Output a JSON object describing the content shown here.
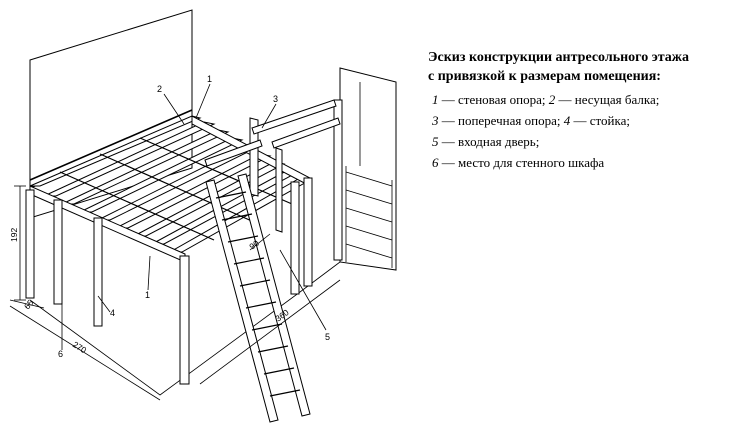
{
  "legend": {
    "title_line1": "Эскиз конструкции антресольного этажа",
    "title_line2": "с привязкой  к размерам помещения:",
    "items": [
      {
        "num1": "1",
        "text1": " — стеновая опора; ",
        "num2": "2",
        "text2": " — несущая балка;"
      },
      {
        "num1": "3",
        "text1": " — поперечная опора; ",
        "num2": "4",
        "text2": " — стойка;"
      },
      {
        "num1": "5",
        "text1": " — входная дверь;",
        "num2": "",
        "text2": ""
      },
      {
        "num1": "6",
        "text1": " — место для стенного шкафа",
        "num2": "",
        "text2": ""
      }
    ]
  },
  "drawing": {
    "callouts": [
      "1",
      "2",
      "3",
      "4",
      "5",
      "6",
      "1"
    ],
    "dimensions": {
      "height": "192",
      "post_width": "65",
      "depth": "270",
      "length": "360",
      "stair_width": "90"
    }
  }
}
